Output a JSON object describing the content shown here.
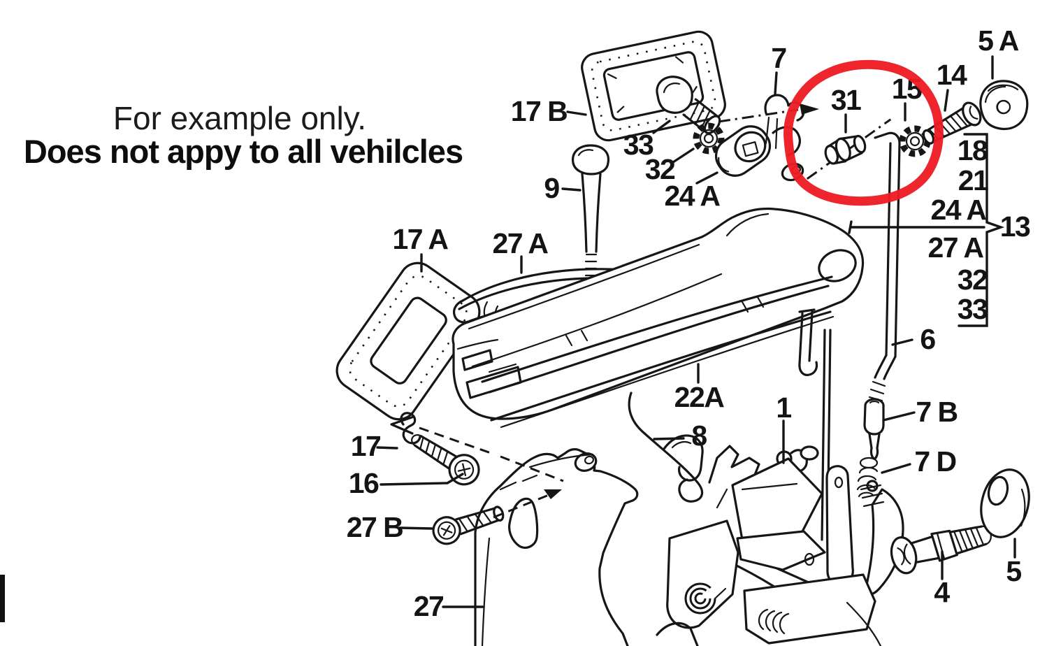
{
  "page": {
    "background": "#ffffff",
    "ink": "#161616"
  },
  "notice": {
    "line1": "For example only.",
    "line2": "Does not appy to all vehilcles"
  },
  "annotation": {
    "shape": "hand-drawn circle",
    "color": "#ed1c24",
    "highlights_part": "31"
  },
  "diagram": {
    "type": "exploded-parts-diagram",
    "subject": "vehicle door handle and lock assembly"
  },
  "labels": {
    "l17b": "17 B",
    "l33": "33",
    "l32": "32",
    "l24a": "24 A",
    "l9": "9",
    "l7": "7",
    "l31": "31",
    "l15": "15",
    "l14": "14",
    "l5a": "5 A",
    "l18": "18",
    "l21": "21",
    "l24a2": "24 A",
    "l13": "13",
    "l27a2": "27 A",
    "l32b": "32",
    "l33b": "33",
    "l17a": "17 A",
    "l27a": "27 A",
    "l6": "6",
    "l22a": "22A",
    "l1": "1",
    "l8": "8",
    "l7b": "7 B",
    "l7d": "7 D",
    "l17": "17",
    "l16": "16",
    "l27b": "27 B",
    "l27": "27",
    "l4": "4",
    "l5": "5"
  }
}
